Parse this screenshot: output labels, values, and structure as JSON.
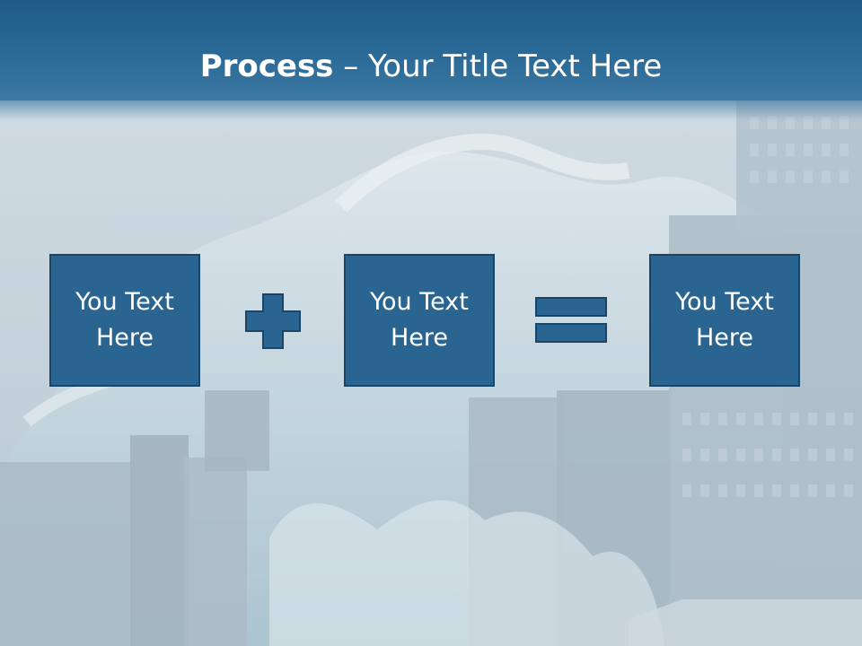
{
  "header": {
    "title_bold": "Process",
    "title_rest": " – Your Title Text Here"
  },
  "process": {
    "boxes": [
      {
        "text": "You Text Here"
      },
      {
        "text": "You Text Here"
      },
      {
        "text": "You Text Here"
      }
    ],
    "operators": [
      {
        "icon": "plus-icon"
      },
      {
        "icon": "equals-icon"
      }
    ]
  },
  "colors": {
    "header": "#2b6a97",
    "box_fill": "#2a6591",
    "box_border": "#1a4567",
    "text": "#ffffff"
  }
}
